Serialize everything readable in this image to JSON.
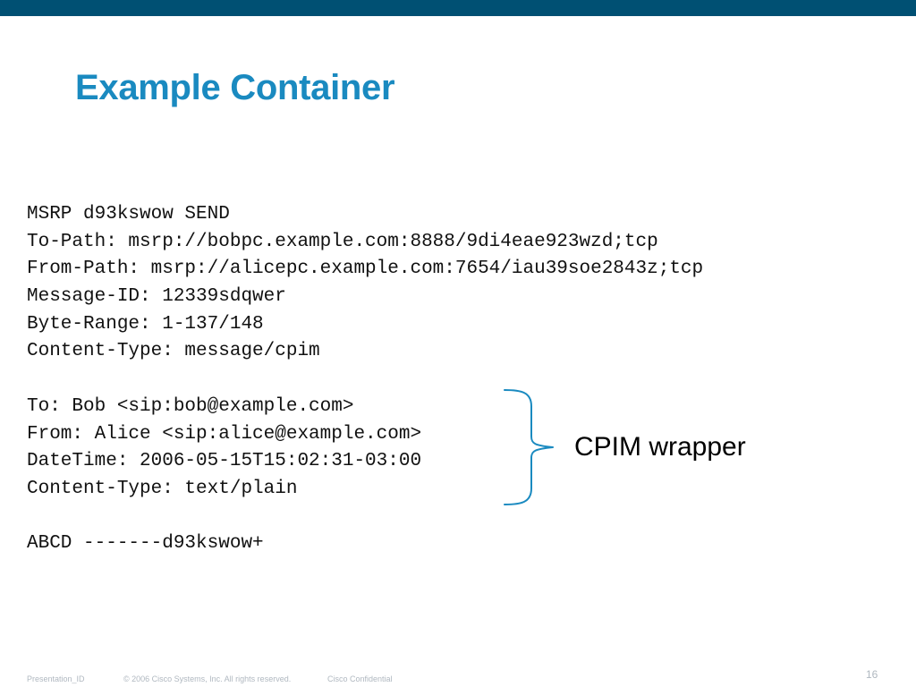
{
  "slide": {
    "title": "Example Container",
    "code_lines": [
      "MSRP d93kswow SEND",
      "To-Path: msrp://bobpc.example.com:8888/9di4eae923wzd;tcp",
      "From-Path: msrp://alicepc.example.com:7654/iau39soe2843z;tcp",
      "Message-ID: 12339sdqwer",
      "Byte-Range: 1-137/148",
      "Content-Type: message/cpim",
      "",
      "To: Bob <sip:bob@example.com>",
      "From: Alice <sip:alice@example.com>",
      "DateTime: 2006-05-15T15:02:31-03:00",
      "Content-Type: text/plain",
      "",
      "ABCD -------d93kswow+"
    ],
    "callout_label": "CPIM wrapper",
    "icons": {
      "brace": "right-curly-brace-icon"
    }
  },
  "footer": {
    "presentation_id": "Presentation_ID",
    "copyright": "© 2006 Cisco Systems, Inc. All rights reserved.",
    "confidential": "Cisco Confidential",
    "page_number": "16"
  },
  "colors": {
    "top_bar": "#005073",
    "title": "#1a8ac0",
    "brace": "#1a8ac0",
    "footer_text": "#b0b8c0"
  }
}
